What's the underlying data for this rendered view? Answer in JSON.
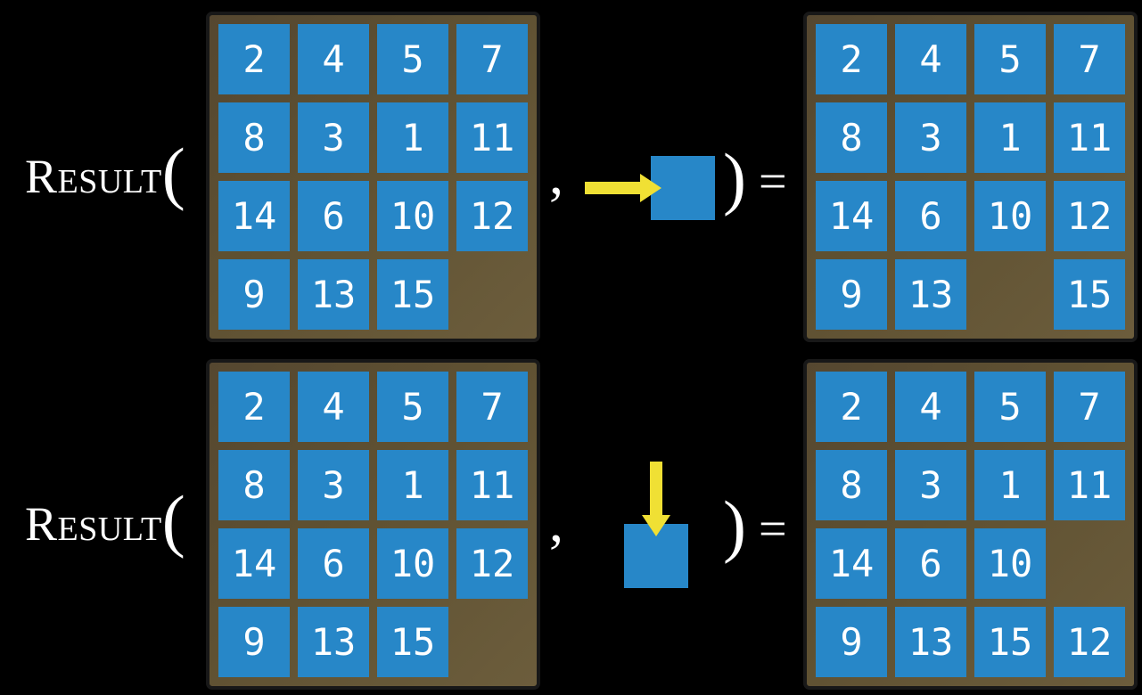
{
  "figure": {
    "colors": {
      "background": "#000000",
      "tile_blue": "#2787c8",
      "board_brown": "#5f5132",
      "board_brown_dark": "#554730",
      "board_brown_light": "#6c5d3c",
      "arrow_yellow": "#f0e034",
      "text": "#ffffff"
    },
    "rows": [
      {
        "function_name": "Result",
        "open_paren": "(",
        "comma": ",",
        "close_paren": ")",
        "equals_sign": "=",
        "action": {
          "name": "slide-right",
          "direction": "right"
        },
        "board_before": [
          [
            2,
            4,
            5,
            7
          ],
          [
            8,
            3,
            1,
            11
          ],
          [
            14,
            6,
            10,
            12
          ],
          [
            9,
            13,
            15,
            null
          ]
        ],
        "board_after": [
          [
            2,
            4,
            5,
            7
          ],
          [
            8,
            3,
            1,
            11
          ],
          [
            14,
            6,
            10,
            12
          ],
          [
            9,
            13,
            null,
            15
          ]
        ]
      },
      {
        "function_name": "Result",
        "open_paren": "(",
        "comma": ",",
        "close_paren": ")",
        "equals_sign": "=",
        "action": {
          "name": "slide-down",
          "direction": "down"
        },
        "board_before": [
          [
            2,
            4,
            5,
            7
          ],
          [
            8,
            3,
            1,
            11
          ],
          [
            14,
            6,
            10,
            12
          ],
          [
            9,
            13,
            15,
            null
          ]
        ],
        "board_after": [
          [
            2,
            4,
            5,
            7
          ],
          [
            8,
            3,
            1,
            11
          ],
          [
            14,
            6,
            10,
            null
          ],
          [
            9,
            13,
            15,
            12
          ]
        ]
      }
    ]
  }
}
